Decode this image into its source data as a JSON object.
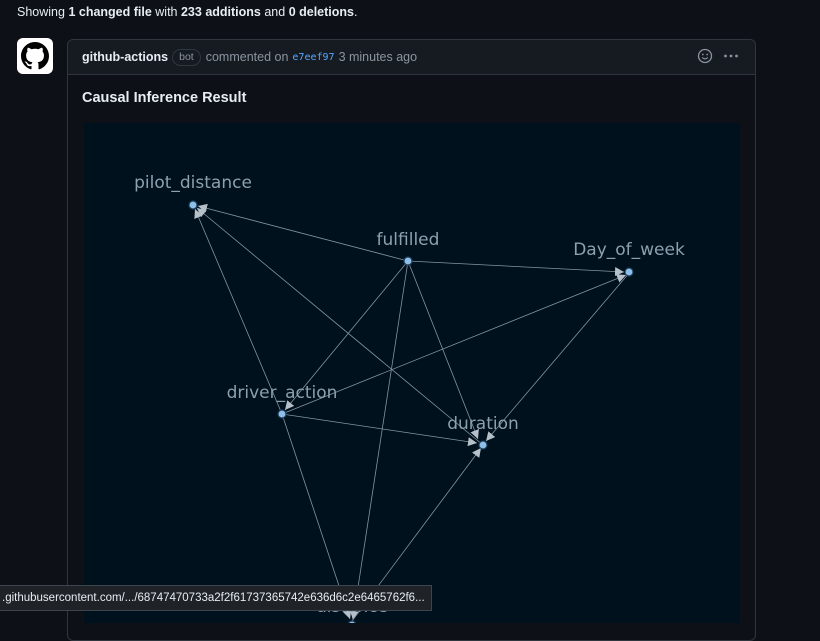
{
  "summary": {
    "prefix": "Showing ",
    "changed": "1 changed file",
    "middle1": " with ",
    "additions": "233 additions",
    "middle2": " and ",
    "deletions": "0 deletions",
    "suffix": "."
  },
  "comment": {
    "author": "github-actions",
    "badge": "bot",
    "action": "commented on",
    "commit": "e7eef97",
    "time": "3 minutes ago",
    "title": "Causal Inference Result"
  },
  "graph": {
    "nodes": {
      "pilot_distance": "pilot_distance",
      "fulfilled": "fulfilled",
      "day_of_week": "Day_of_week",
      "driver_action": "driver_action",
      "duration": "duration",
      "distance": "distance"
    }
  },
  "status_bar": {
    "url": ".githubusercontent.com/.../68747470733a2f2f61737365742e636d6c2e6465762f6..."
  },
  "icons": [
    "github-logo-icon",
    "smiley-icon",
    "kebab-menu-icon"
  ],
  "colors": {
    "page_bg": "#0d1117",
    "header_bg": "#161b22",
    "border": "#30363d",
    "link": "#58a6ff",
    "graph_bg": "#00111e",
    "node_fill": "#8fbfe8",
    "edge": "#9aa7b1"
  }
}
